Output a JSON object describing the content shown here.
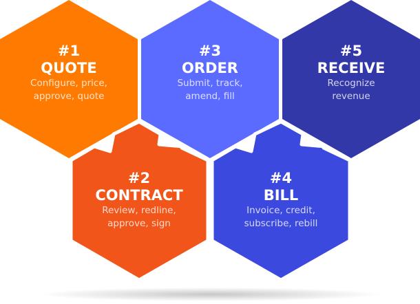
{
  "steps": [
    {
      "num": "#1",
      "title": "QUOTE",
      "line1": "Configure, price,",
      "line2": "approve, quote",
      "color": "#FF7A00"
    },
    {
      "num": "#2",
      "title": "CONTRACT",
      "line1": "Review, redline,",
      "line2": "approve, sign",
      "color": "#F25519"
    },
    {
      "num": "#3",
      "title": "ORDER",
      "line1": "Submit, track,",
      "line2": "amend, fill",
      "color": "#5C6BFF"
    },
    {
      "num": "#4",
      "title": "BILL",
      "line1": "Invoice, credit,",
      "line2": "subscribe, rebill",
      "color": "#3B49DF"
    },
    {
      "num": "#5",
      "title": "RECEIVE",
      "line1": "Recognize",
      "line2": "revenue",
      "color": "#3238A8"
    }
  ]
}
